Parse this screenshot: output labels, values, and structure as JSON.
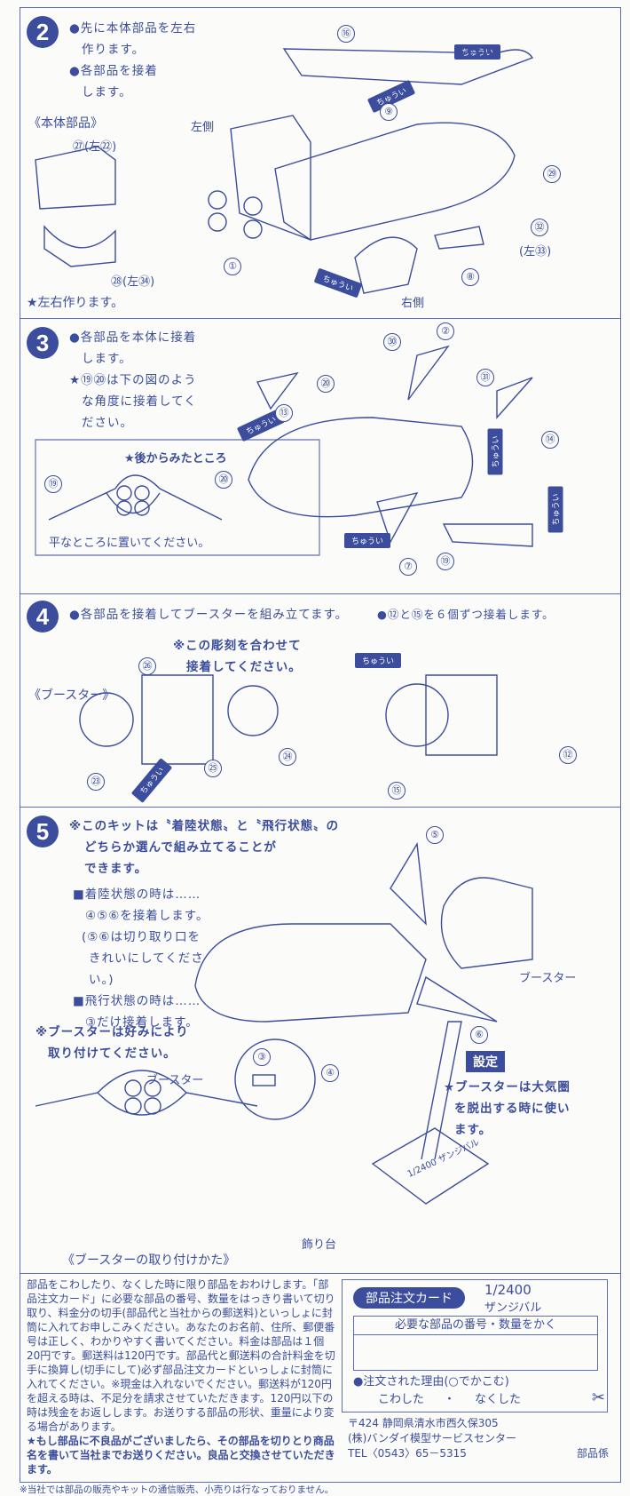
{
  "step2": {
    "number": "2",
    "lines": [
      "●先に本体部品を左右",
      "作ります。",
      "●各部品を接着",
      "します。"
    ],
    "subtitle": "《本体部品》",
    "part_top": "㉗(左㉒)",
    "part_bottom": "㉘(左㉞)",
    "note": "★左右作ります。",
    "left_side": "左側",
    "right_side": "右側",
    "caution": "ちゅうい",
    "parts": [
      "⑯",
      "⑨",
      "①",
      "⑧",
      "㉙",
      "㉜",
      "(左㉝)"
    ]
  },
  "step3": {
    "number": "3",
    "lines": [
      "●各部品を本体に接着",
      "します。",
      "★⑲⑳は下の図のよう",
      "な角度に接着してく",
      "ださい。"
    ],
    "inset_title": "★後からみたところ",
    "inset_note": "平なところに置いてください。",
    "inset_parts": [
      "⑲",
      "⑳"
    ],
    "parts": [
      "㉚",
      "②",
      "㉛",
      "⑬",
      "⑳",
      "⑭",
      "⑦",
      "⑲"
    ],
    "caution": "ちゅうい"
  },
  "step4": {
    "number": "4",
    "line": "●各部品を接着してブースターを組み立てます。",
    "right_line": "●⑫と⑮を６個ずつ接着します。",
    "note": [
      "※この彫刻を合わせて",
      "接着してください。"
    ],
    "subtitle": "《ブースター》",
    "parts": [
      "㉖",
      "㉓",
      "㉕",
      "㉔",
      "⑫",
      "⑮"
    ],
    "caution": "ちゅうい"
  },
  "step5": {
    "number": "5",
    "lines": [
      "※このキットは〝着陸状態〟と〝飛行状態〟の",
      "どちらか選んで組み立てることが",
      "できます。"
    ],
    "landing_title": "■着陸状態の時は……",
    "landing_lines": [
      "④⑤⑥を接着します。",
      "(⑤⑥は切り取り口を",
      "きれいにしてくださ",
      "い。)"
    ],
    "flying_title": "■飛行状態の時は……",
    "flying_line": "③だけ接着します。",
    "booster_note": [
      "※ブースターは好みにより",
      "取り付けてください。"
    ],
    "booster_label": "ブースター",
    "booster_label2": "ブースター",
    "attach_caption": "《ブースターの取り付けかた》",
    "stand_label": "飾り台",
    "stand_text": [
      "1/2400",
      "ザンジバル"
    ],
    "setting_badge": "設定",
    "setting_note": [
      "★ブースターは大気圏",
      "を脱出する時に使い",
      "ます。"
    ],
    "parts": [
      "⑤",
      "③",
      "④",
      "⑥"
    ]
  },
  "order": {
    "paragraph": "部品をこわしたり、なくした時に限り部品をおわけします。「部品注文カード」に必要な部品の番号、数量をはっきり書いて切り取り、料金分の切手(部品代と当社からの郵送料)といっしょに封筒に入れてお申しこみください。あなたのお名前、住所、郵便番号は正しく、わかりやすく書いてください。料金は部品は１個20円です。郵送料は120円です。部品代と郵送料の合計料金を切手に換算し(切手にして)必ず部品注文カードといっしょに封筒に入れてください。※現金は入れないでください。郵送料が120円を超える時は、不足分を請求させていただきます。120円以下の時は残金をお返しします。お送りする部品の形状、重量により変る場合があります。",
    "defect": "★もし部品に不良品がございましたら、その部品を切りとり商品名を書いて当社までお送りください。良品と交換させていただきます。",
    "card_title": "部品注文カード",
    "scale": "1/2400",
    "model": "ザンジバル",
    "write_header": "必要な部品の番号・数量をかく",
    "reason": "●注文された理由(○でかこむ)",
    "reason_a": "こわした",
    "sep": "・",
    "reason_b": "なくした",
    "address": "〒424 静岡県清水市西久保305",
    "company": "(株)バンダイ模型サービスセンター",
    "tel": "TEL〈0543〉65－5315",
    "dept": "部品係"
  },
  "footnote": "※当社では部品の販売やキットの通信販売、小売りは行なっておりません。"
}
